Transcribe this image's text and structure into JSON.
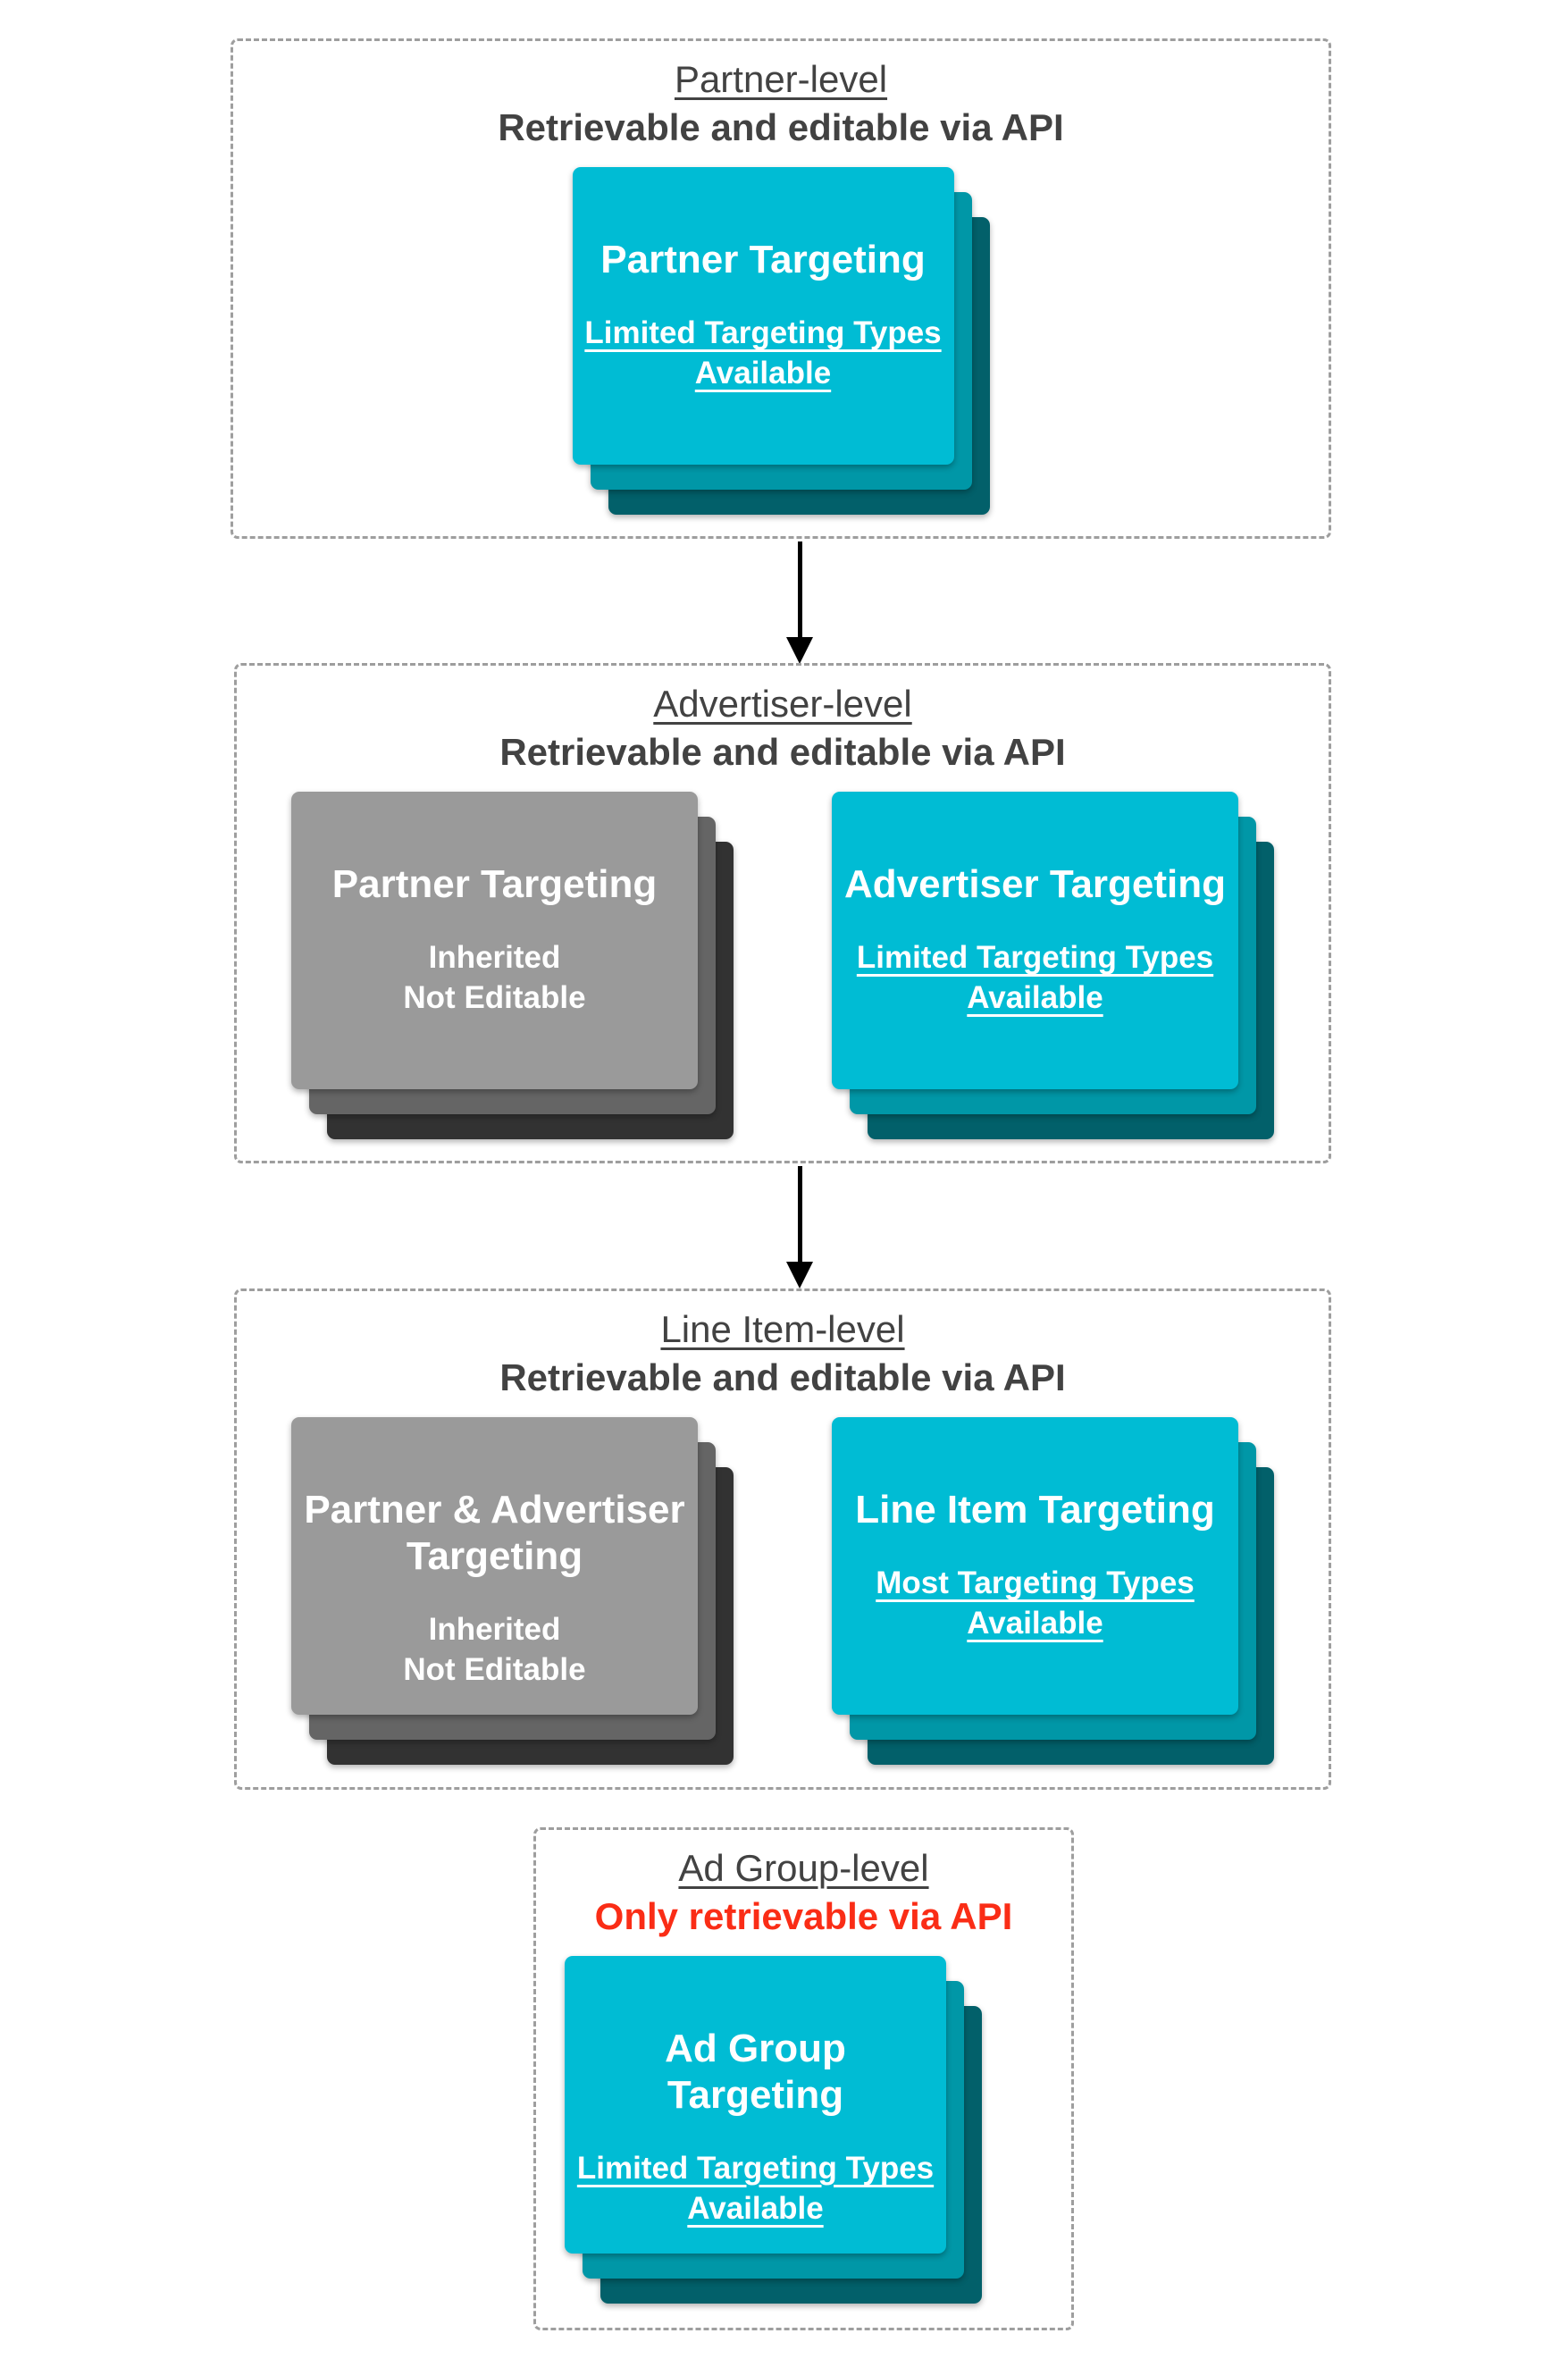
{
  "colors": {
    "teal-front": "#00bcd4",
    "teal-mid": "#0097a7",
    "teal-back": "#02606a",
    "gray-front": "#9a9a9a",
    "gray-mid": "#656565",
    "gray-back": "#323232",
    "text-dark": "#424242",
    "alert-red": "#fa2d16",
    "dash-border": "#9e9e9e",
    "card-text": "#ffffff",
    "arrow-black": "#000000"
  },
  "sections": [
    {
      "title": "Partner-level",
      "subtitle": "Retrievable and editable via API",
      "cards": [
        {
          "variant": "teal",
          "title": "Partner Targeting",
          "subtitle": "Limited Targeting Types\nAvailable"
        }
      ]
    },
    {
      "title": "Advertiser-level",
      "subtitle": "Retrievable and editable via API",
      "cards": [
        {
          "variant": "gray",
          "title": "Partner Targeting",
          "subtitle": "Inherited\nNot Editable"
        },
        {
          "variant": "teal",
          "title": "Advertiser Targeting",
          "subtitle": "Limited Targeting Types\nAvailable"
        }
      ]
    },
    {
      "title": "Line Item-level",
      "subtitle": "Retrievable and editable via API",
      "cards": [
        {
          "variant": "gray",
          "title": "Partner & Advertiser\nTargeting",
          "subtitle": "Inherited\nNot Editable"
        },
        {
          "variant": "teal",
          "title": "Line Item Targeting",
          "subtitle": "Most Targeting Types\nAvailable"
        }
      ]
    },
    {
      "title": "Ad Group-level",
      "subtitle": "Only retrievable via API",
      "cards": [
        {
          "variant": "teal",
          "title": "Ad Group Targeting",
          "subtitle": "Limited Targeting Types\nAvailable"
        }
      ]
    }
  ]
}
